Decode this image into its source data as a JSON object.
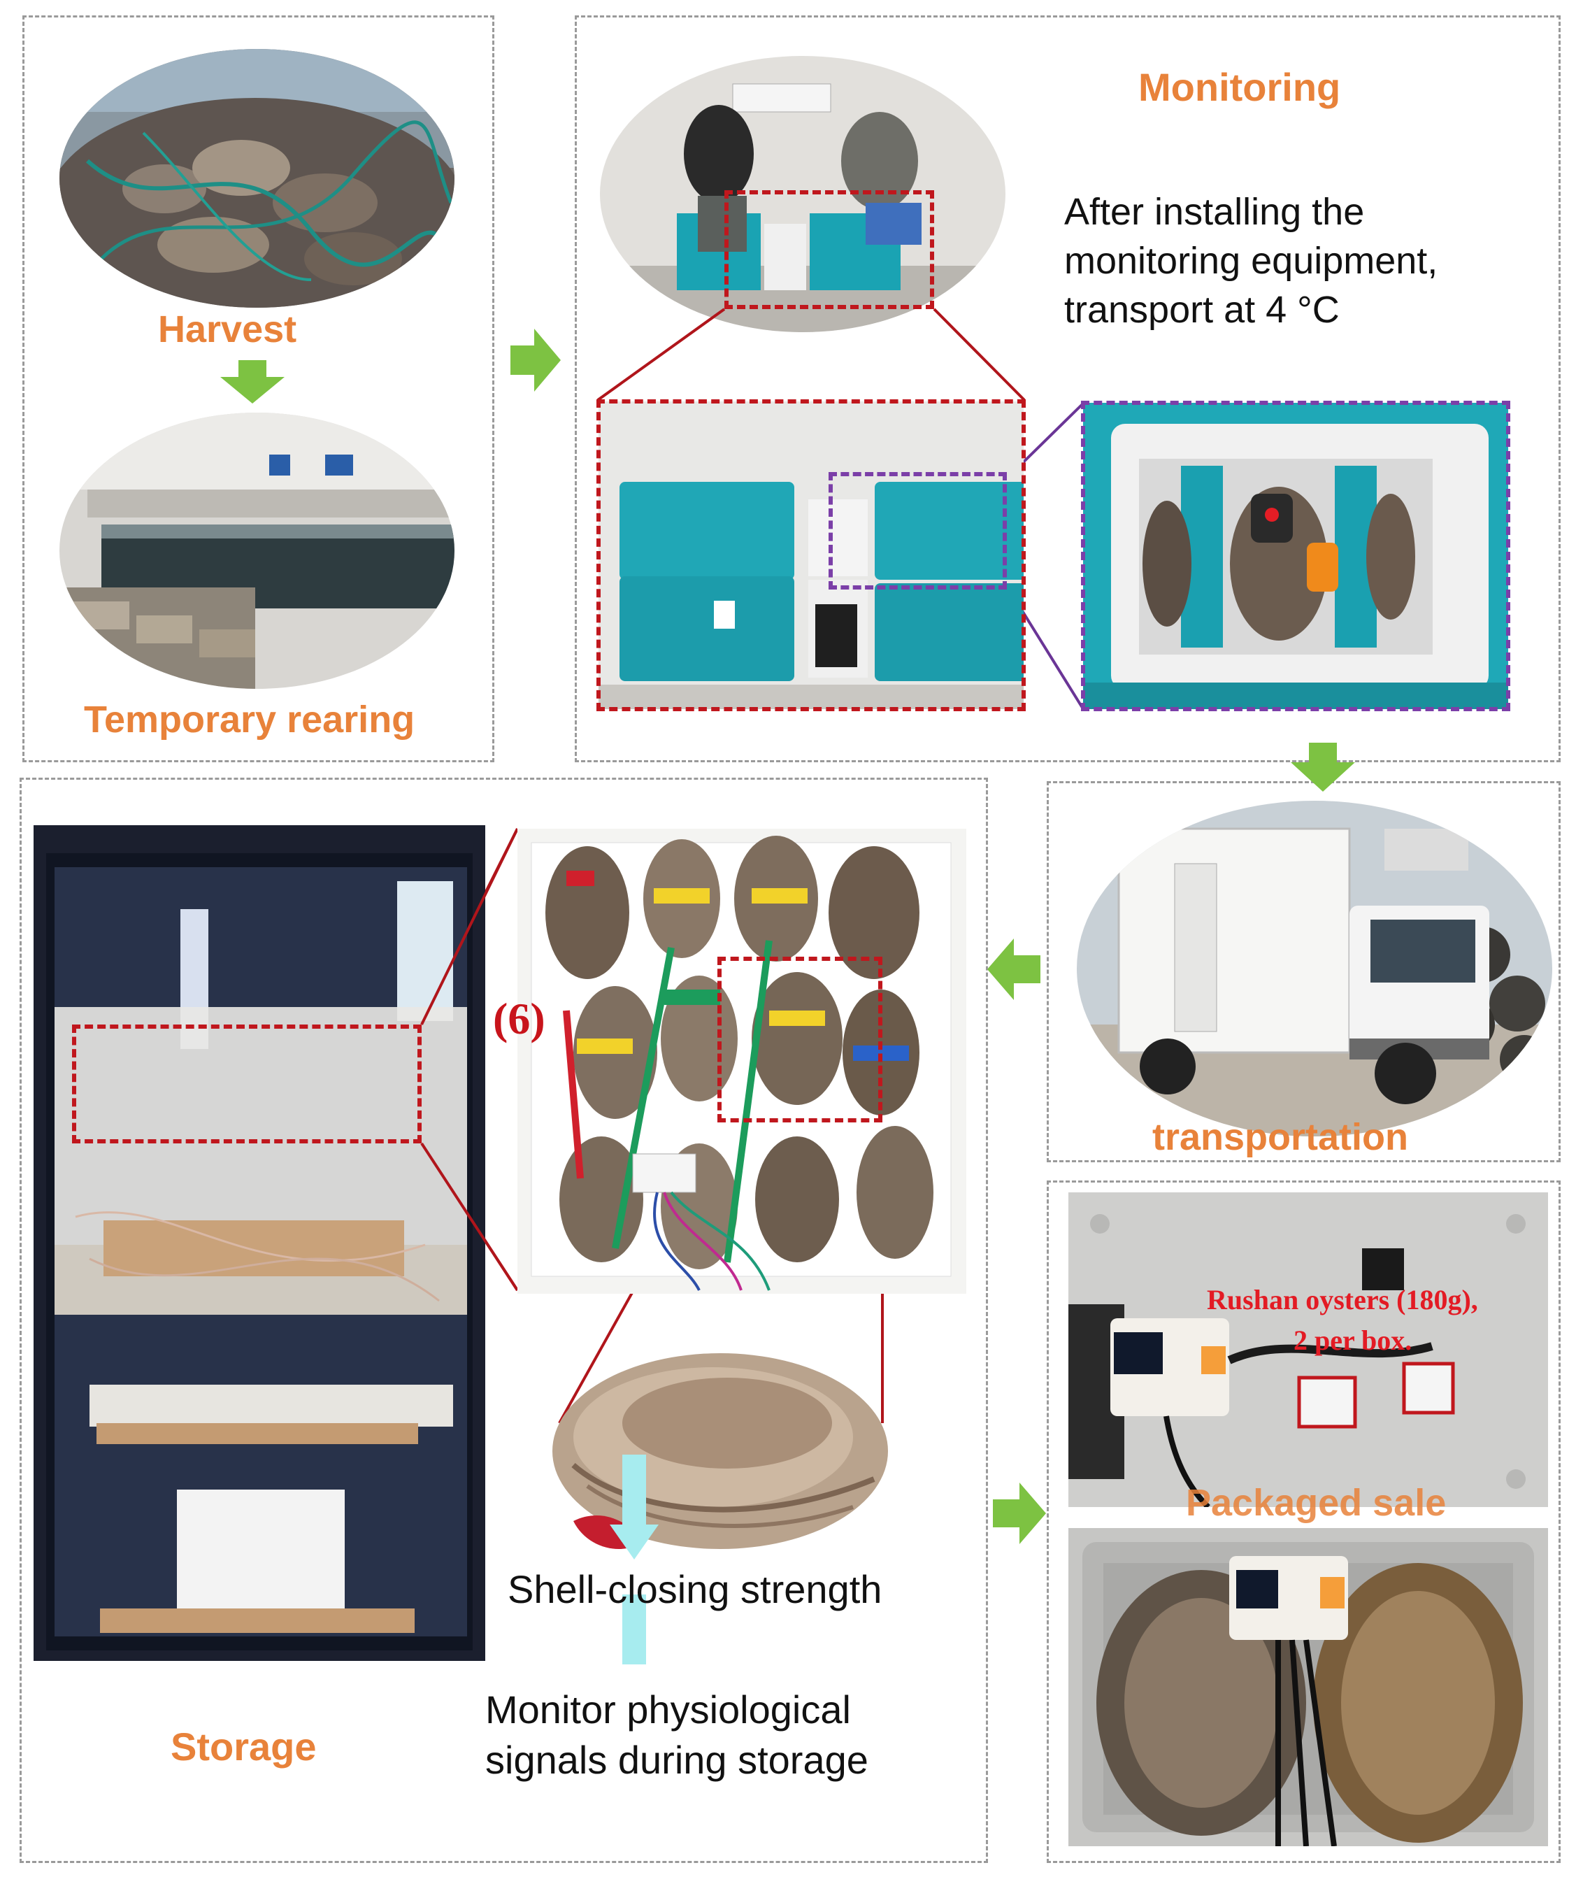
{
  "labels": {
    "harvest": "Harvest",
    "temporary_rearing": "Temporary rearing",
    "monitoring": "Monitoring",
    "transportation": "transportation",
    "storage": "Storage",
    "packaged_sale": "Packaged sale"
  },
  "texts": {
    "monitoring_desc_1": "After installing the",
    "monitoring_desc_2": "monitoring equipment,",
    "monitoring_desc_3": "transport at 4 °C",
    "tray_number": "(6)",
    "shell_closing": "Shell-closing strength",
    "physio_1": "Monitor physiological",
    "physio_2": "signals during storage",
    "sale_note_1": "Rushan oysters (180g),",
    "sale_note_2": "2 per box."
  },
  "colors": {
    "label_orange": "#e8823a",
    "arrow_green": "#7dc242",
    "highlight_red": "#c0171d",
    "highlight_purple": "#7b3fa8",
    "box_teal": "#1fa9b8"
  },
  "icons": {
    "flow_arrow": "green-arrow-icon"
  }
}
